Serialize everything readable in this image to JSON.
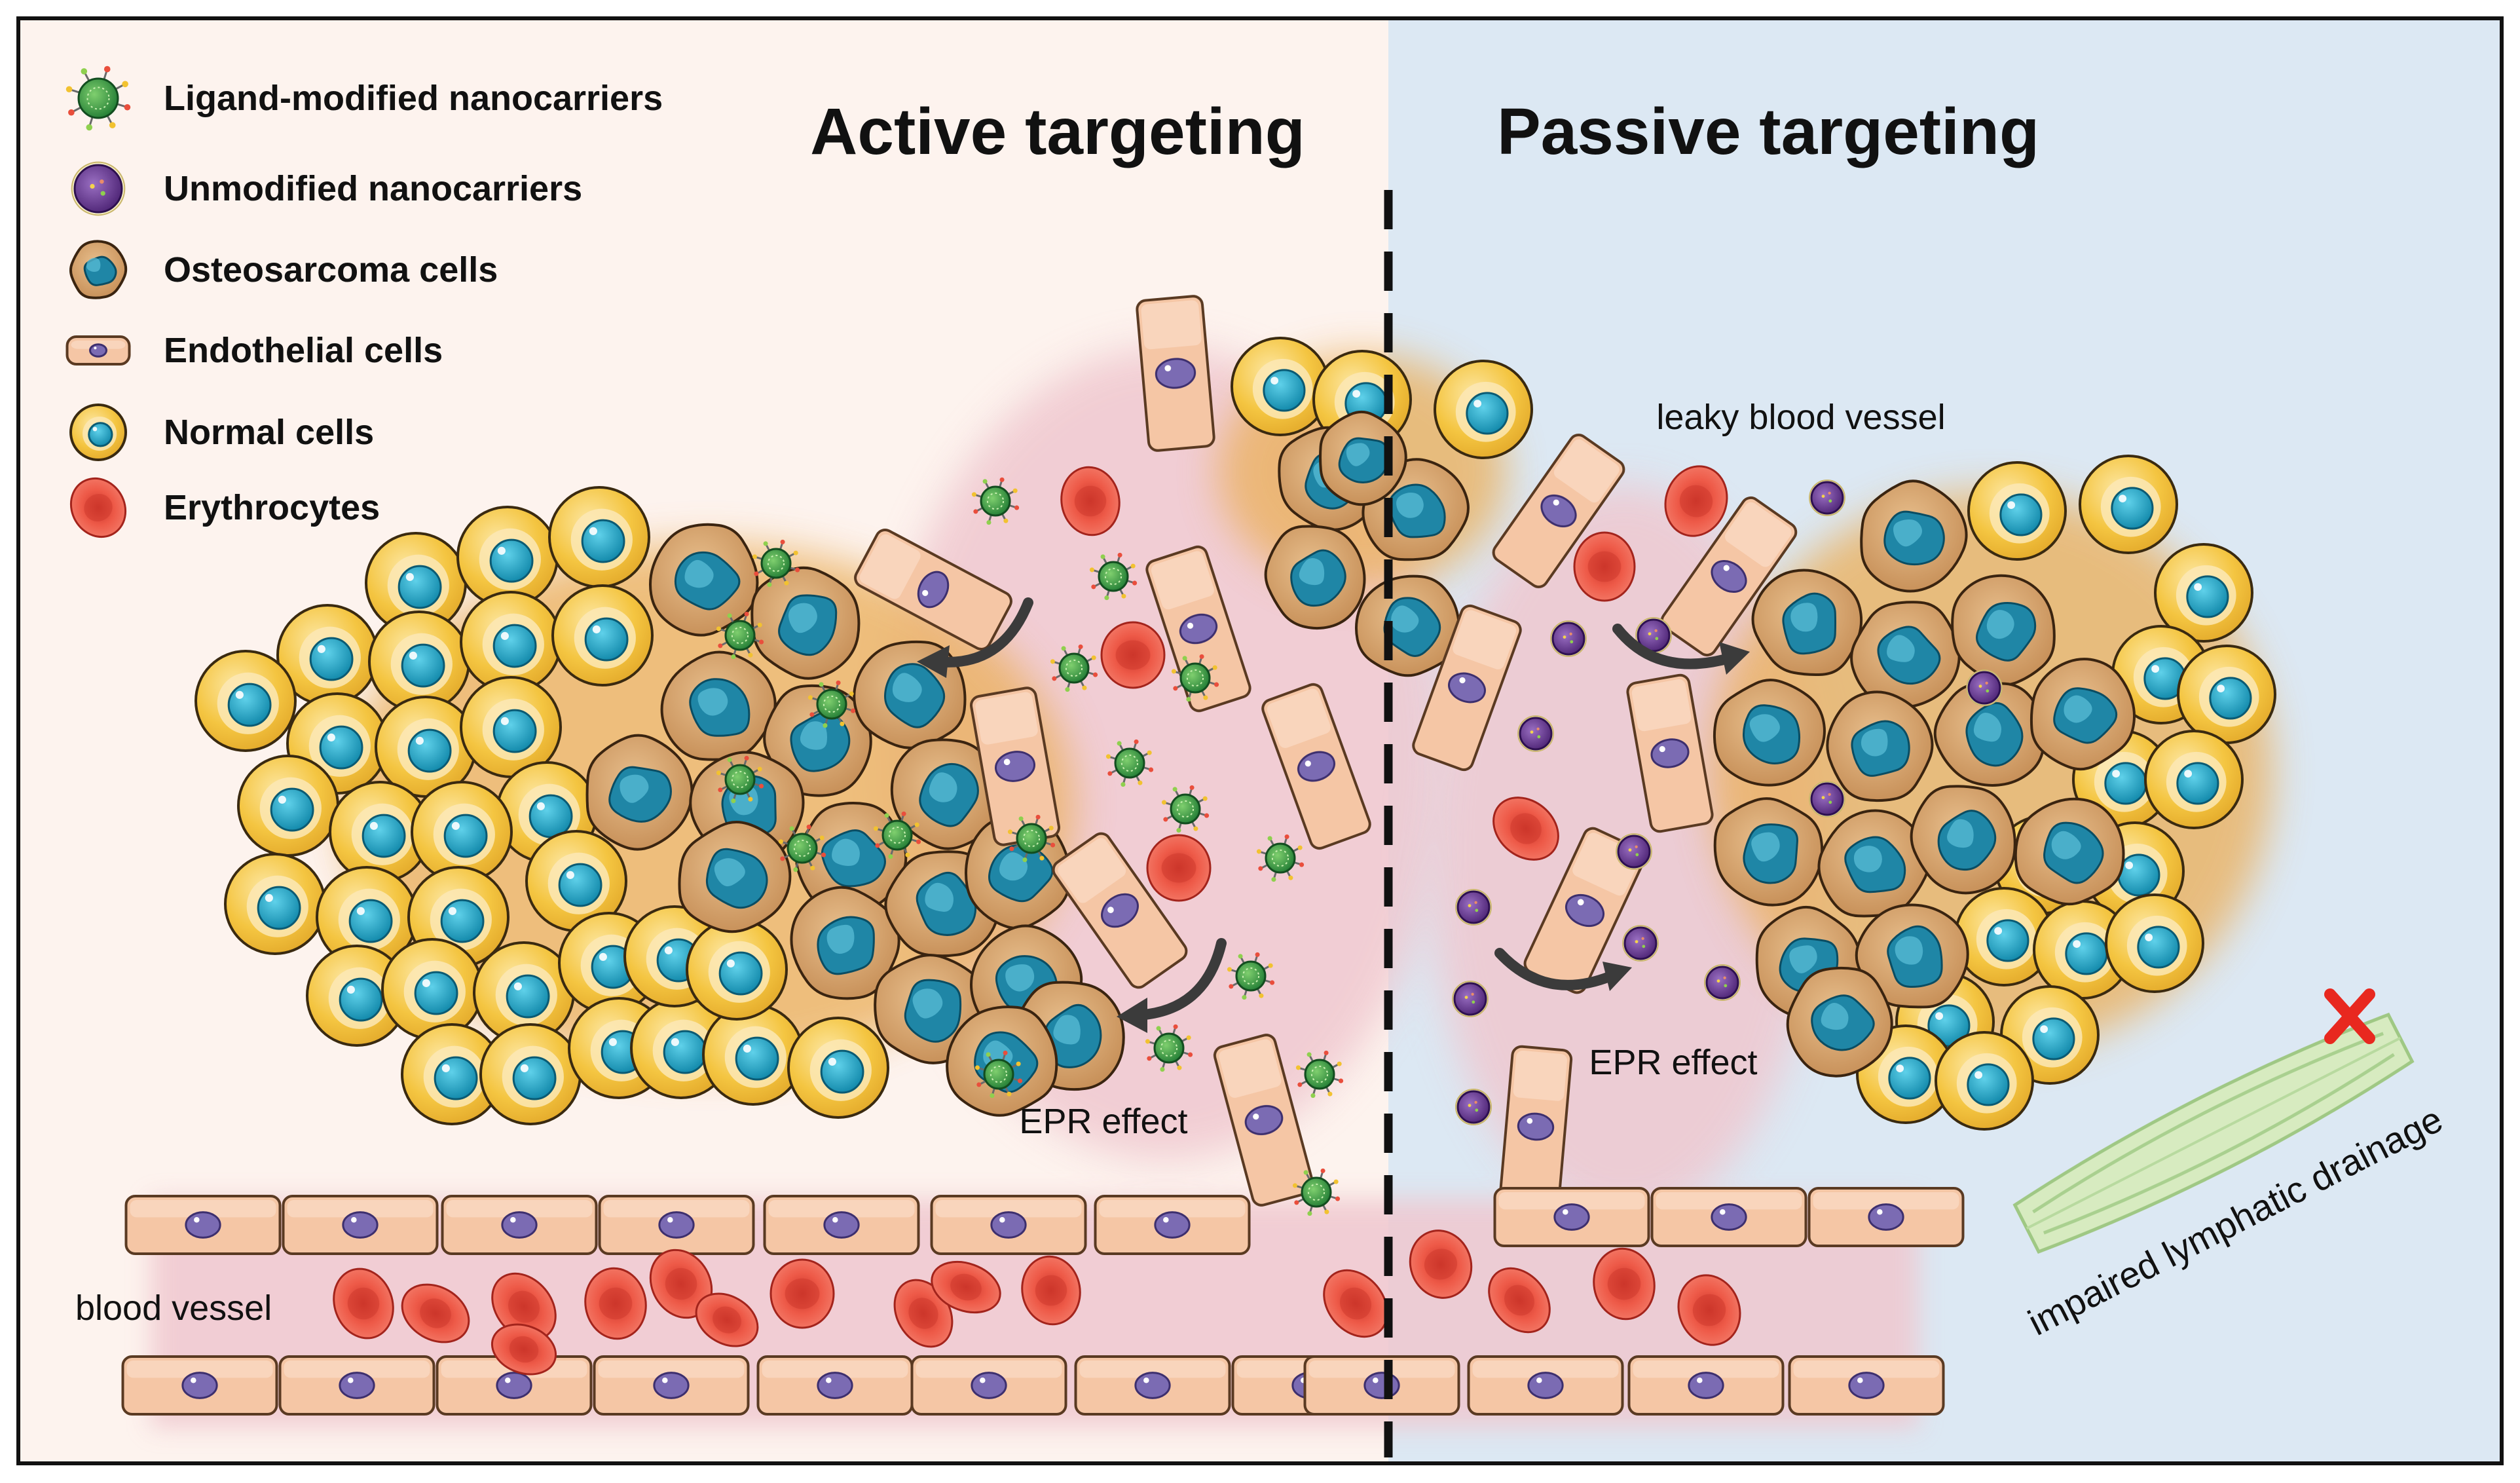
{
  "titles": {
    "active": "Active targeting",
    "passive": "Passive targeting"
  },
  "legend": [
    {
      "icon": "ligand-nanocarrier-icon",
      "label": "Ligand-modified nanocarriers"
    },
    {
      "icon": "unmodified-nanocarrier-icon",
      "label": "Unmodified nanocarriers"
    },
    {
      "icon": "osteosarcoma-cell-icon",
      "label": "Osteosarcoma cells"
    },
    {
      "icon": "endothelial-cell-icon",
      "label": "Endothelial cells"
    },
    {
      "icon": "normal-cell-icon",
      "label": "Normal cells"
    },
    {
      "icon": "erythrocyte-icon",
      "label": "Erythrocytes"
    }
  ],
  "labels": {
    "epr_left": "EPR effect",
    "epr_right": "EPR effect",
    "leaky_vessel": "leaky blood vessel",
    "blood_vessel": "blood vessel",
    "lymphatic": "impaired lymphatic drainage"
  },
  "colors": {
    "left_bg": "#fdf3ee",
    "right_bg": "#dce8f3",
    "vessel_pink": "#efc7cf",
    "endothelial": "#f5c6a5",
    "endothelial_nucleus": "#7b6bb3",
    "osteosarcoma": "#d9a46c",
    "osteosarcoma_nucleus": "#2a8fae",
    "normal_cell": "#f4c541",
    "normal_nucleus": "#1aa6c5",
    "erythrocyte": "#e8483a",
    "ligand_np": "#3fa64a",
    "unmod_np": "#6b3f93",
    "tumor_halo": "#eab160",
    "lymphatic": "#d7ebc0",
    "cross": "#e8281f"
  }
}
